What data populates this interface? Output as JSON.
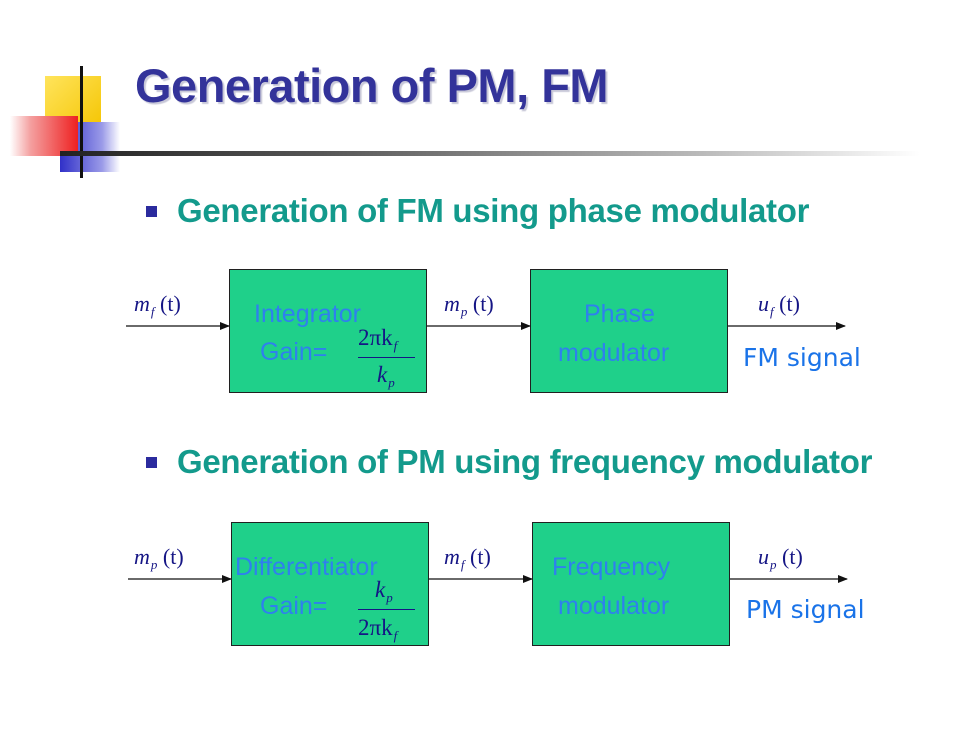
{
  "slide": {
    "title": "Generation of PM, FM"
  },
  "sections": [
    {
      "bullet": "Generation of FM using phase modulator",
      "input_label": {
        "sym": "m",
        "sub": "f",
        "arg": "(t)"
      },
      "block1": {
        "name": "Integrator",
        "gain_prefix": "Gain=",
        "gain_numerator": {
          "text": "2πk",
          "sub": "f"
        },
        "gain_denominator": {
          "text": "k",
          "sub": "p"
        }
      },
      "mid_label": {
        "sym": "m",
        "sub": "p",
        "arg": "(t)"
      },
      "block2": {
        "line1": "Phase",
        "line2": "modulator"
      },
      "output_label": {
        "sym": "u",
        "sub": "f",
        "arg": "(t)"
      },
      "output_caption": "FM signal"
    },
    {
      "bullet": "Generation of PM using frequency modulator",
      "input_label": {
        "sym": "m",
        "sub": "p",
        "arg": "(t)"
      },
      "block1": {
        "name": "Differentiator",
        "gain_prefix": "Gain=",
        "gain_numerator": {
          "text": "k",
          "sub": "p"
        },
        "gain_denominator": {
          "text": "2πk",
          "sub": "f"
        }
      },
      "mid_label": {
        "sym": "m",
        "sub": "f",
        "arg": "(t)"
      },
      "block2": {
        "line1": "Frequency",
        "line2": "modulator"
      },
      "output_label": {
        "sym": "u",
        "sub": "p",
        "arg": "(t)"
      },
      "output_caption": "PM signal"
    }
  ],
  "colors": {
    "title": "#33339a",
    "bullet_text": "#139a8c",
    "block_fill": "#1fd08a",
    "block_text": "#2f80ee",
    "math": "#151585"
  }
}
